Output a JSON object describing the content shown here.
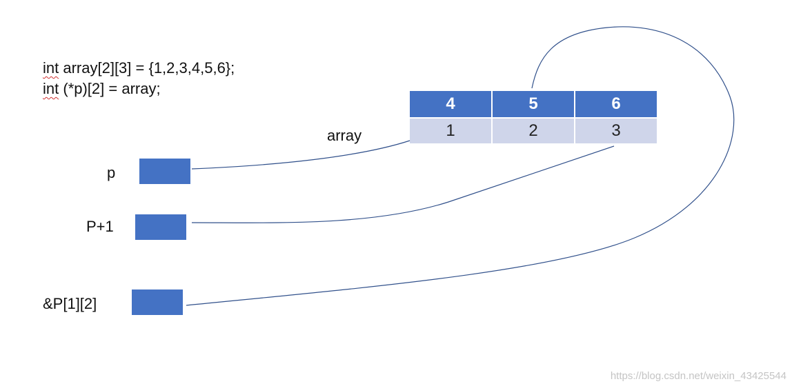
{
  "code": {
    "line1_kw": "int",
    "line1_rest": " array[2][3] = {1,2,3,4,5,6};",
    "line2_kw": "int",
    "line2_rest": " (*p)[2] = array;"
  },
  "array_table": {
    "top_row": [
      "4",
      "5",
      "6"
    ],
    "bottom_row": [
      "1",
      "2",
      "3"
    ],
    "label": "array"
  },
  "pointers": [
    {
      "label": "p"
    },
    {
      "label": "P+1"
    },
    {
      "label": "&P[1][2]"
    }
  ],
  "watermark": "https://blog.csdn.net/weixin_43425544",
  "colors": {
    "cell_header": "#4472c4",
    "cell_body": "#cfd5ea",
    "pointer_box": "#4472c4",
    "connector": "#2f4f8a"
  }
}
